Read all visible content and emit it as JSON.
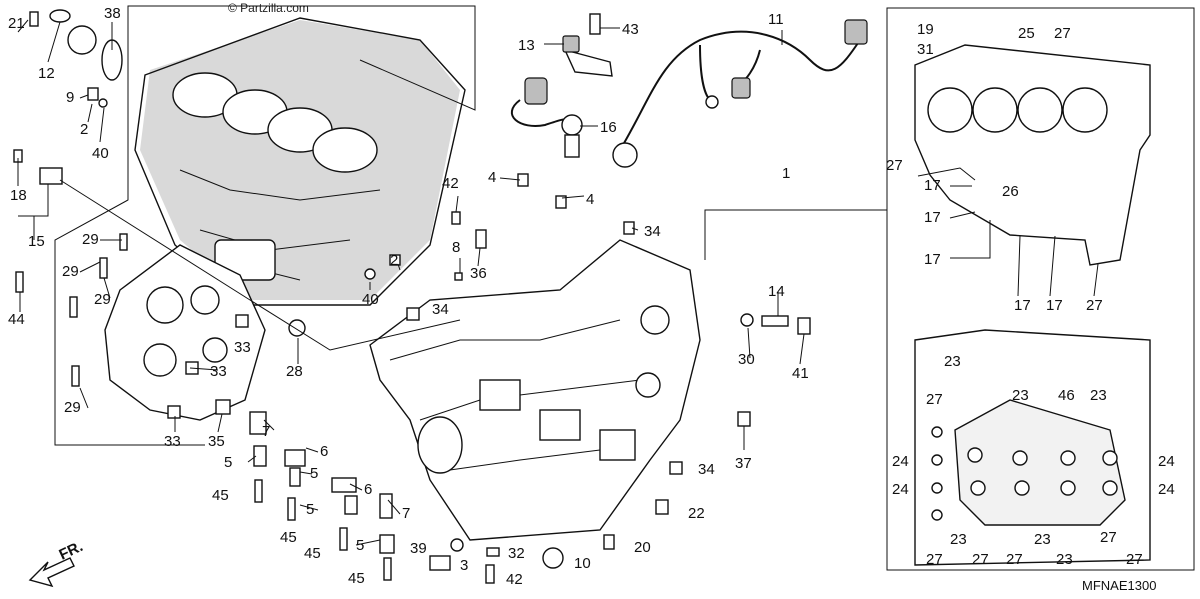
{
  "watermark": "© Partzilla.com",
  "diagram_code": "MFNAE1300",
  "direction_label": "FR.",
  "callouts": [
    "21",
    "12",
    "38",
    "9",
    "2",
    "40",
    "18",
    "15",
    "44",
    "29",
    "29",
    "29",
    "29",
    "33",
    "33",
    "33",
    "35",
    "28",
    "40",
    "2",
    "42",
    "8",
    "36",
    "4",
    "4",
    "13",
    "43",
    "11",
    "16",
    "1",
    "34",
    "34",
    "14",
    "30",
    "41",
    "19",
    "31",
    "25",
    "27",
    "27",
    "26",
    "17",
    "17",
    "17",
    "17",
    "17",
    "27",
    "7",
    "5",
    "6",
    "5",
    "6",
    "5",
    "7",
    "5",
    "45",
    "45",
    "45",
    "45",
    "39",
    "3",
    "32",
    "42",
    "10",
    "20",
    "22",
    "34",
    "37",
    "23",
    "23",
    "46",
    "23",
    "27",
    "24",
    "24",
    "24",
    "24",
    "23",
    "23",
    "27",
    "27",
    "27",
    "27",
    "23",
    "27"
  ]
}
